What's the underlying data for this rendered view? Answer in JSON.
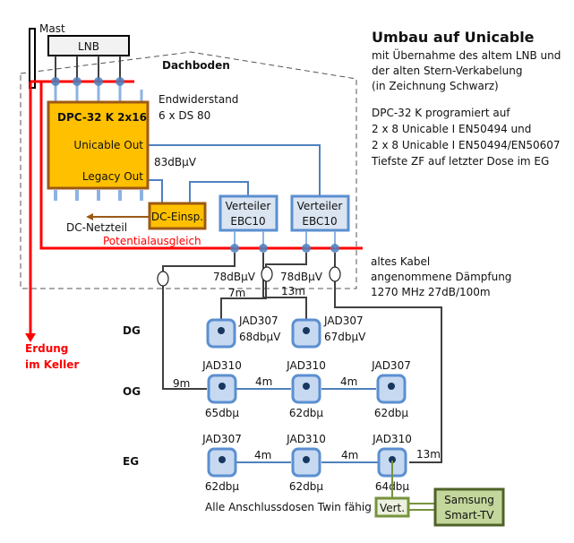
{
  "title": {
    "heading": "Umbau auf Unicable",
    "lines": [
      "mit Übernahme des altem LNB und",
      "der alten Stern-Verkabelung",
      "(in Zeichnung Schwarz)"
    ],
    "config_lines": [
      "DPC-32 K programiert auf",
      "2 x 8  Unicable I  EN50494  und",
      "2 x 8  Unicable I  EN50494/EN50607",
      "Tiefste ZF auf letzter Dose im EG"
    ]
  },
  "labels": {
    "mast": "Mast",
    "lnb": "LNB",
    "attic": "Dachboden",
    "terminator_1": "Endwiderstand",
    "terminator_2": "6 x DS 80",
    "multiswitch_name": "DPC-32 K 2x16",
    "unicable_out": "Unicable Out",
    "legacy_out": "Legacy Out",
    "level_out": "83dBµV",
    "dc_injector": "DC-Einsp.",
    "dc_psu": "DC-Netzteil",
    "equipotential": "Potentialausgleich",
    "grounding_1": "Erdung",
    "grounding_2": "im Keller",
    "splitter_left_1": "Verteiler",
    "splitter_left_2": "EBC10",
    "splitter_right_1": "Verteiler",
    "splitter_right_2": "EBC10",
    "level_split_left": "78dBµV",
    "level_split_right": "78dBµV",
    "cable_note_1": "altes Kabel",
    "cable_note_2": "angenommene Dämpfung",
    "cable_note_3": "1270 MHz 27dB/100m",
    "twin_note": "Alle Anschlussdosen Twin fähig",
    "vert": "Vert.",
    "tv_1": "Samsung",
    "tv_2": "Smart-TV"
  },
  "floors": [
    {
      "name": "DG"
    },
    {
      "name": "OG"
    },
    {
      "name": "EG"
    }
  ],
  "cables": {
    "dg_left": "7m",
    "dg_right": "13m",
    "og_feed": "9m",
    "og_link_1": "4m",
    "og_link_2": "4m",
    "eg_link_1": "4m",
    "eg_link_2": "4m",
    "eg_feed": "13m"
  },
  "outlets": {
    "dg": [
      {
        "model": "JAD307",
        "level": "68dbµV"
      },
      {
        "model": "JAD307",
        "level": "67dbµV"
      }
    ],
    "og": [
      {
        "model": "JAD310",
        "level": "65dbµ"
      },
      {
        "model": "JAD310",
        "level": "62dbµ"
      },
      {
        "model": "JAD307",
        "level": "62dbµ"
      }
    ],
    "eg": [
      {
        "model": "JAD307",
        "level": "62dbµ"
      },
      {
        "model": "JAD310",
        "level": "62dbµ"
      },
      {
        "model": "JAD310",
        "level": "64dbµ"
      }
    ]
  },
  "colors": {
    "ground_red": "#ff0000",
    "device_orange": "#ffc000",
    "device_border": "#9c5a14",
    "splitter_fill": "#dbe5f1",
    "splitter_border": "#5b8fd1",
    "coax_blue": "#4f81bd",
    "old_cable": "#404040",
    "tv_green": "#77933c",
    "tv_fill": "#c3d69b"
  }
}
